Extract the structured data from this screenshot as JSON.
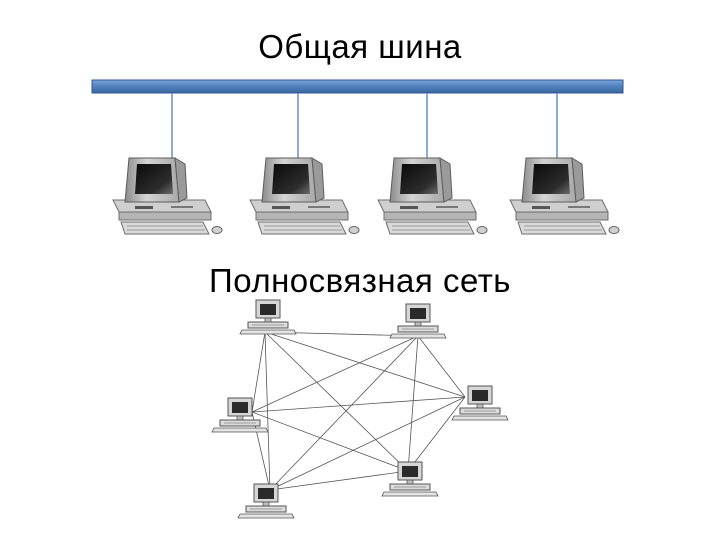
{
  "bus": {
    "title": "Общая шина",
    "bus_color": "#4f81bd",
    "computer_count": 4,
    "computer_icon": "desktop-computer-icon"
  },
  "mesh": {
    "title": "Полносвязная сеть",
    "computer_count": 6,
    "computer_icon": "desktop-computer-icon",
    "connection": "every computer linked to every other"
  }
}
